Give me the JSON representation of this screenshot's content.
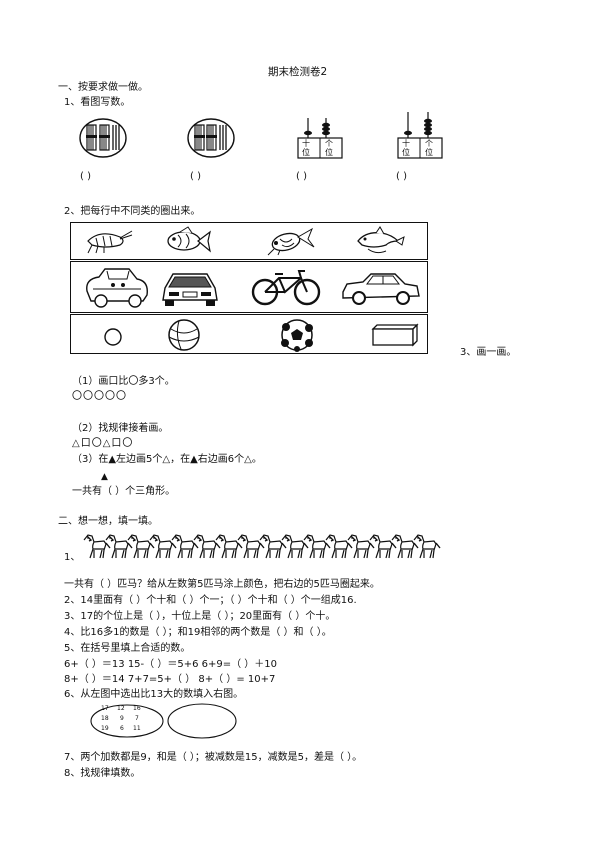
{
  "title": "期末检测卷2",
  "sec1": {
    "heading": "一、按要求做一做。",
    "q1": "1、看图写数。",
    "q1_blanks": [
      "(          )",
      "(          )",
      "(          )",
      "(          )"
    ],
    "abacus_labels": [
      {
        "a": "十",
        "b": "个",
        "c": "位",
        "d": "位"
      },
      {
        "a": "十",
        "b": "个",
        "c": "位",
        "d": "位"
      }
    ],
    "q2": "2、把每行中不同类的圈出来。",
    "q3": "3、画一画。",
    "p1": "（1）画口比〇多3个。",
    "p1_circles": "〇〇〇〇〇",
    "p2": "（2）找规律接着画。",
    "p2_seq": "△口〇△口〇",
    "p3": "（3）在▲左边画5个△，在▲右边画6个△。",
    "p3_triangle": "▲",
    "p3_total": "一共有（    ）个三角形。"
  },
  "sec2": {
    "heading": "二、想一想，填一填。",
    "q1_num": "1、",
    "q1_text": "一共有（    ）匹马？给从左数第5匹马涂上颜色，把右边的5匹马圈起来。",
    "q2": "2、14里面有（    ）个十和（    ）个一；（    ）个十和（    ）个一组成16.",
    "q3": "3、17的个位上是（    ），十位上是（    ）；20里面有（    ）个十。",
    "q4": "4、比16多1的数是（    ）；和19相邻的两个数是（    ）和（    ）。",
    "q5": "5、在括号里填上合适的数。",
    "q5_line1": "6+（    ）＝13     15-（    ）＝5+6     6+9=（    ）＋10",
    "q5_line2": "8+（    ）＝14     7+7=5+（    ）     8+（    ）= 10+7",
    "q6": "6、从左图中选出比13大的数填入右图。",
    "q6_numbers": [
      "17",
      "12",
      "16",
      "18",
      "9",
      "7",
      "19",
      "6",
      "11"
    ],
    "q7": "7、两个加数都是9，和是（    ）；被减数是15，减数是5，差是（    ）。",
    "q8": "8、找规律填数。"
  }
}
